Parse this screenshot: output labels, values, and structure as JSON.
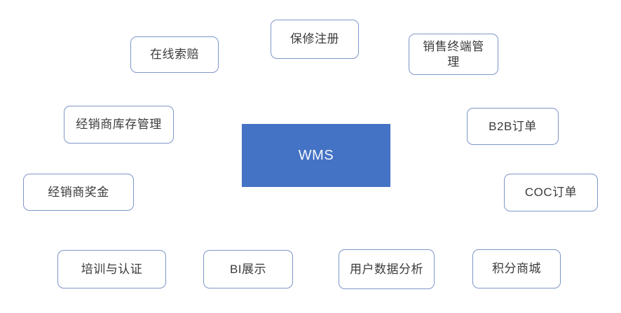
{
  "diagram": {
    "center": {
      "label": "WMS"
    },
    "nodes": [
      {
        "id": "online-claims",
        "label": "在线索赔"
      },
      {
        "id": "warranty-registration",
        "label": "保修注册"
      },
      {
        "id": "pos-management",
        "label": "销售终端管理"
      },
      {
        "id": "dealer-inventory",
        "label": "经销商库存管理"
      },
      {
        "id": "b2b-orders",
        "label": "B2B订单"
      },
      {
        "id": "dealer-bonus",
        "label": "经销商奖金"
      },
      {
        "id": "coc-orders",
        "label": "COC订单"
      },
      {
        "id": "training-certification",
        "label": "培训与认证"
      },
      {
        "id": "bi-display",
        "label": "BI展示"
      },
      {
        "id": "user-data-analysis",
        "label": "用户数据分析"
      },
      {
        "id": "points-mall",
        "label": "积分商城"
      }
    ]
  },
  "colors": {
    "background": "#FFFFFF",
    "center_fill": "#4472C4",
    "center_text": "#F5F8FD",
    "node_border": "#7E96C8",
    "node_text": "#3B3B3B"
  }
}
